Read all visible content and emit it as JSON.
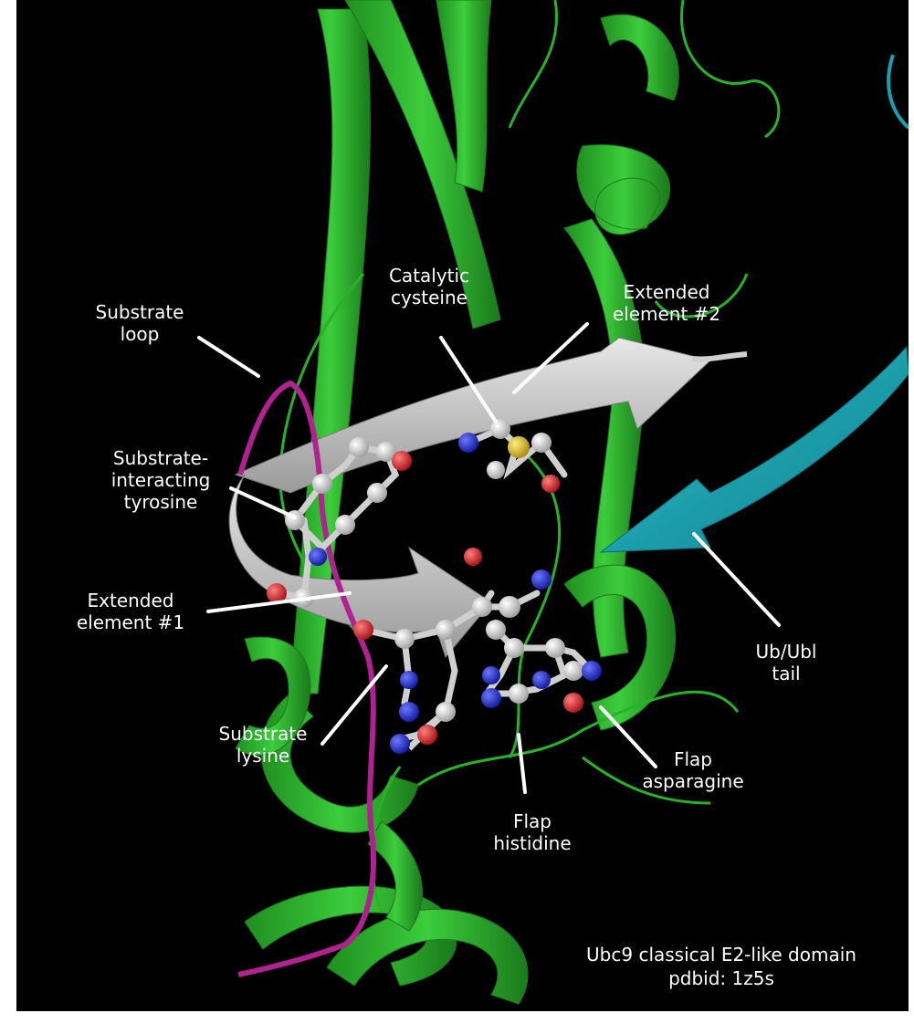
{
  "labels": {
    "substrate_loop": [
      "Substrate",
      "loop"
    ],
    "catalytic_cysteine": [
      "Catalytic",
      "cysteine"
    ],
    "extended_element_2": [
      "Extended",
      "element #2"
    ],
    "substrate_tyrosine": [
      "Substrate-",
      "interacting",
      "tyrosine"
    ],
    "extended_element_1": [
      "Extended",
      "element #1"
    ],
    "ub_tail": [
      "Ub/Ubl",
      "tail"
    ],
    "substrate_lysine": [
      "Substrate",
      "lysine"
    ],
    "flap_asparagine": [
      "Flap",
      "asparagine"
    ],
    "flap_histidine": [
      "Flap",
      "histidine"
    ]
  },
  "caption": {
    "line1": "Ubc9 classical E2-like domain",
    "line2": "pdbid: 1z5s"
  },
  "colors": {
    "background": "#000000",
    "protein_ribbon": "#2fb82f",
    "extended_elements": "#c8c8c8",
    "substrate_loop": "#b0228f",
    "ub_tail": "#1a9fae",
    "carbon": "#d8d8d8",
    "nitrogen": "#1f2bd6",
    "oxygen": "#e0282c",
    "sulfur": "#e0c020",
    "label_text": "#ffffff"
  }
}
